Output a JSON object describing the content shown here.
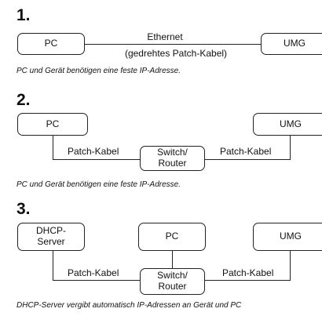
{
  "s1": {
    "number": "1.",
    "pc": "PC",
    "umg": "UMG",
    "line_label_1": "Ethernet",
    "line_label_2": "(gedrehtes Patch-Kabel)",
    "caption": "PC und Gerät benötigen eine feste IP-Adresse."
  },
  "s2": {
    "number": "2.",
    "pc": "PC",
    "umg": "UMG",
    "switch_1": "Switch/",
    "switch_2": "Router",
    "cable_left": "Patch-Kabel",
    "cable_right": "Patch-Kabel",
    "caption": "PC und Gerät benötigen eine feste IP-Adresse."
  },
  "s3": {
    "number": "3.",
    "dhcp_1": "DHCP-",
    "dhcp_2": "Server",
    "pc": "PC",
    "umg": "UMG",
    "switch_1": "Switch/",
    "switch_2": "Router",
    "cable_left": "Patch-Kabel",
    "cable_right": "Patch-Kabel",
    "caption": "DHCP-Server vergibt automatisch IP-Adressen an Gerät und PC"
  }
}
